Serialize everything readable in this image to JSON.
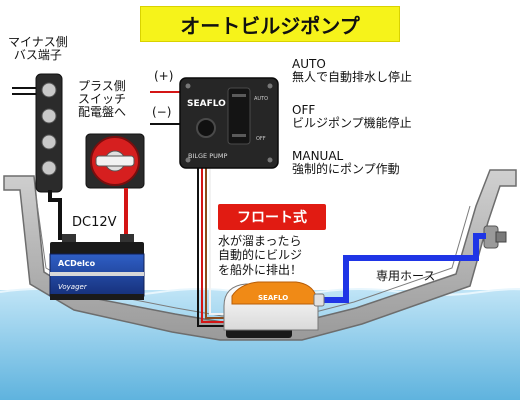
{
  "title": "オートビルジポンプ",
  "labels": {
    "minus_bus": [
      "マイナス側",
      "バス端子"
    ],
    "plus_side": [
      "プラス側",
      "スイッチ",
      "配電盤へ"
    ],
    "plus_sign": "(+)",
    "minus_sign": "(−)",
    "dc12v": "DC12V",
    "auto_title": "AUTO",
    "auto_desc": "無人で自動排水し停止",
    "off_title": "OFF",
    "off_desc": "ビルジポンプ機能停止",
    "manual_title": "MANUAL",
    "manual_desc": "強制的にポンプ作動",
    "float_badge": "フロート式",
    "water_desc": [
      "水が溜まったら",
      "自動的にビルジ",
      "を船外に排出！"
    ],
    "hose": "専用ホース"
  },
  "panel": {
    "brand": "SEAFLO",
    "caption": "BILGE PUMP",
    "switch_top": "AUTO",
    "switch_bottom": "OFF"
  },
  "battery": {
    "brand": "ACDelco",
    "model": "Voyager"
  },
  "pump": {
    "brand": "SEAFLO"
  },
  "colors": {
    "title_bg": "#f6f31a",
    "badge_red": "#e11b12",
    "hose_blue": "#1f35e6",
    "water": "#8fd0ee",
    "hull": "#b8b8b8",
    "battery_blue": "#1d3f9e",
    "pump_orange": "#f08a16"
  }
}
